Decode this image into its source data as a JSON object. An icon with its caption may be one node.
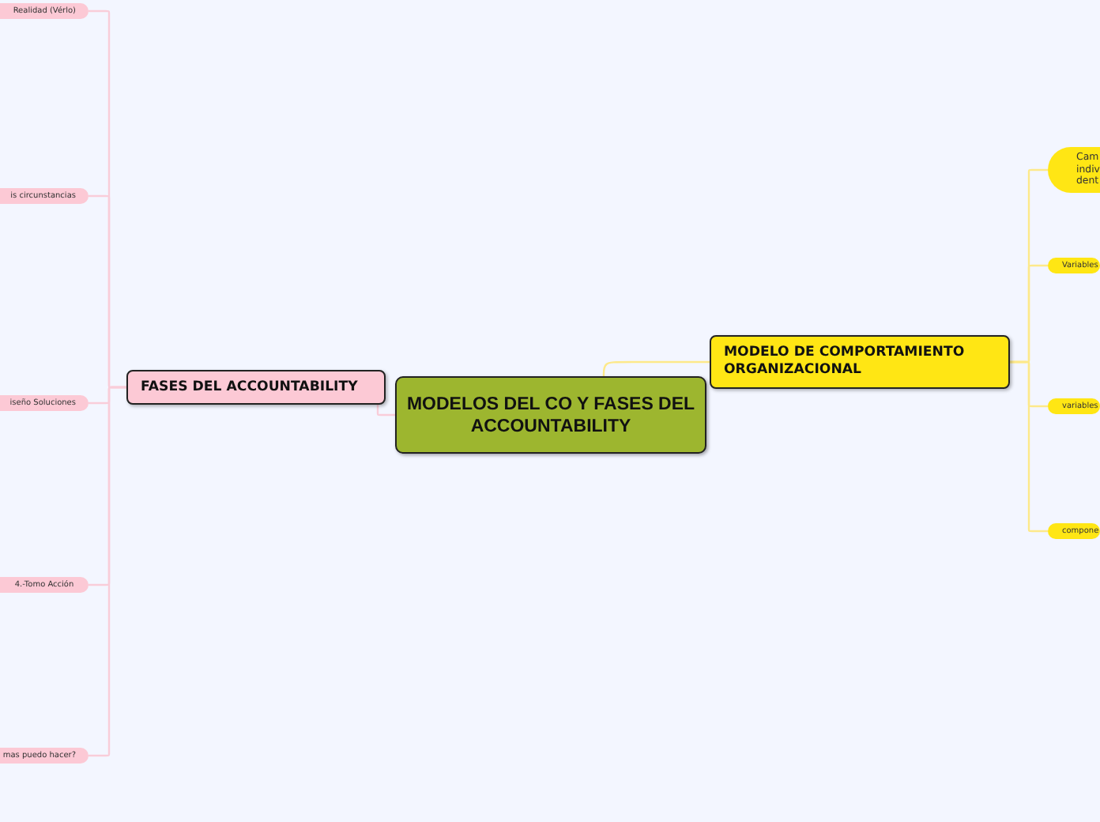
{
  "diagram": {
    "nodes": [
      {
        "text": [
          "MODELOS DEL CO Y FASES DEL ACCOUNTABILITY"
        ]
      },
      {
        "text": [
          "FASES DEL ACCOUNTABILITY"
        ]
      },
      {
        "text": [
          "MODELO DE COMPORTAMIENTO ORGANIZACIONAL"
        ]
      },
      {
        "text": [
          "Realidad (Vérlo)"
        ]
      },
      {
        "text": [
          "is circunstancias"
        ]
      },
      {
        "text": [
          "iseño Soluciones"
        ]
      },
      {
        "text": [
          "4.-Tomo Acción"
        ]
      },
      {
        "text": [
          "mas puedo hacer?"
        ]
      },
      {
        "text": [
          "Cam indiv dent"
        ]
      },
      {
        "text": [
          "Variables"
        ]
      },
      {
        "text": [
          "variables"
        ]
      },
      {
        "text": [
          "compone"
        ]
      }
    ],
    "edges": [
      {
        "from": 0,
        "to": 1,
        "arrow": "none",
        "color": "#f9cdd9"
      },
      {
        "from": 0,
        "to": 2,
        "arrow": "none",
        "color": "#fde98a"
      },
      {
        "from": 1,
        "to": 3,
        "arrow": "none",
        "color": "#f9cdd9"
      },
      {
        "from": 1,
        "to": 4,
        "arrow": "none",
        "color": "#f9cdd9"
      },
      {
        "from": 1,
        "to": 5,
        "arrow": "none",
        "color": "#f9cdd9"
      },
      {
        "from": 1,
        "to": 6,
        "arrow": "none",
        "color": "#f9cdd9"
      },
      {
        "from": 1,
        "to": 7,
        "arrow": "none",
        "color": "#f9cdd9"
      },
      {
        "from": 2,
        "to": 8,
        "arrow": "none",
        "color": "#fde98a"
      },
      {
        "from": 2,
        "to": 9,
        "arrow": "none",
        "color": "#fde98a"
      },
      {
        "from": 2,
        "to": 10,
        "arrow": "none",
        "color": "#fde98a"
      },
      {
        "from": 2,
        "to": 11,
        "arrow": "none",
        "color": "#fde98a"
      }
    ]
  }
}
